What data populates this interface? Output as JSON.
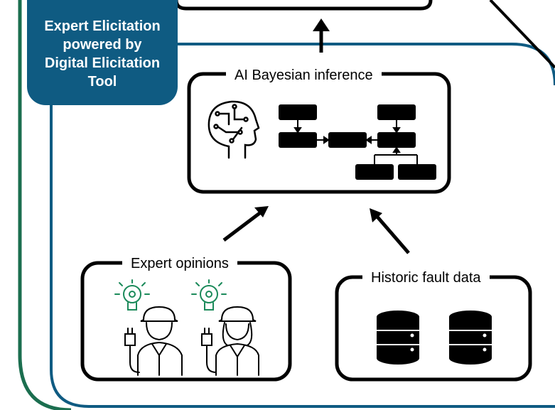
{
  "badge": {
    "line1": "Expert Elicitation",
    "line2": "powered by",
    "line3": "Digital Elicitation",
    "line4": "Tool"
  },
  "boxes": {
    "ai_inference": "AI Bayesian inference",
    "expert_opinions": "Expert opinions",
    "historic_fault_data": "Historic fault data"
  },
  "colors": {
    "outer_border": "#1b6e4f",
    "inner_border": "#0f5b82",
    "badge_fill": "#0f5b82",
    "icon_accent": "#1b8a5a",
    "ink": "#000000"
  },
  "icons": [
    "brain-ai-icon",
    "bayesian-network-icon",
    "engineer-idea-icon",
    "database-icon"
  ]
}
